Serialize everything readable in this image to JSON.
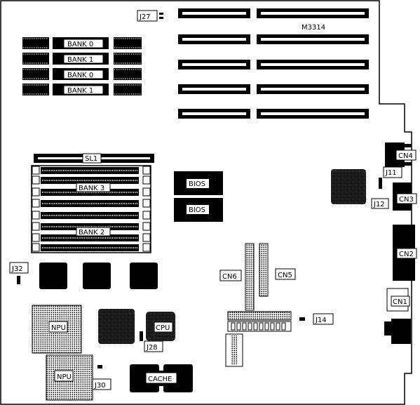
{
  "board": {
    "model": "M3314",
    "banks": [
      "BANK 0",
      "BANK 1",
      "BANK 0",
      "BANK 1"
    ],
    "simm_banks": [
      "BANK 3",
      "BANK 2"
    ],
    "bios": [
      "BIOS",
      "BIOS"
    ],
    "sl1": "SL1",
    "connectors": {
      "cn1": "CN1",
      "cn2": "CN2",
      "cn3": "CN3",
      "cn4": "CN4",
      "cn5": "CN5",
      "cn6": "CN6"
    },
    "jumpers": {
      "j11": "J11",
      "j12": "J12",
      "j14": "J14",
      "j27": "J27",
      "j28": "J28",
      "j30": "J30",
      "j32": "J32"
    },
    "chips": {
      "npu1": "NPU",
      "npu2": "NPU",
      "cpu": "CPU",
      "cache": "CACHE"
    }
  }
}
